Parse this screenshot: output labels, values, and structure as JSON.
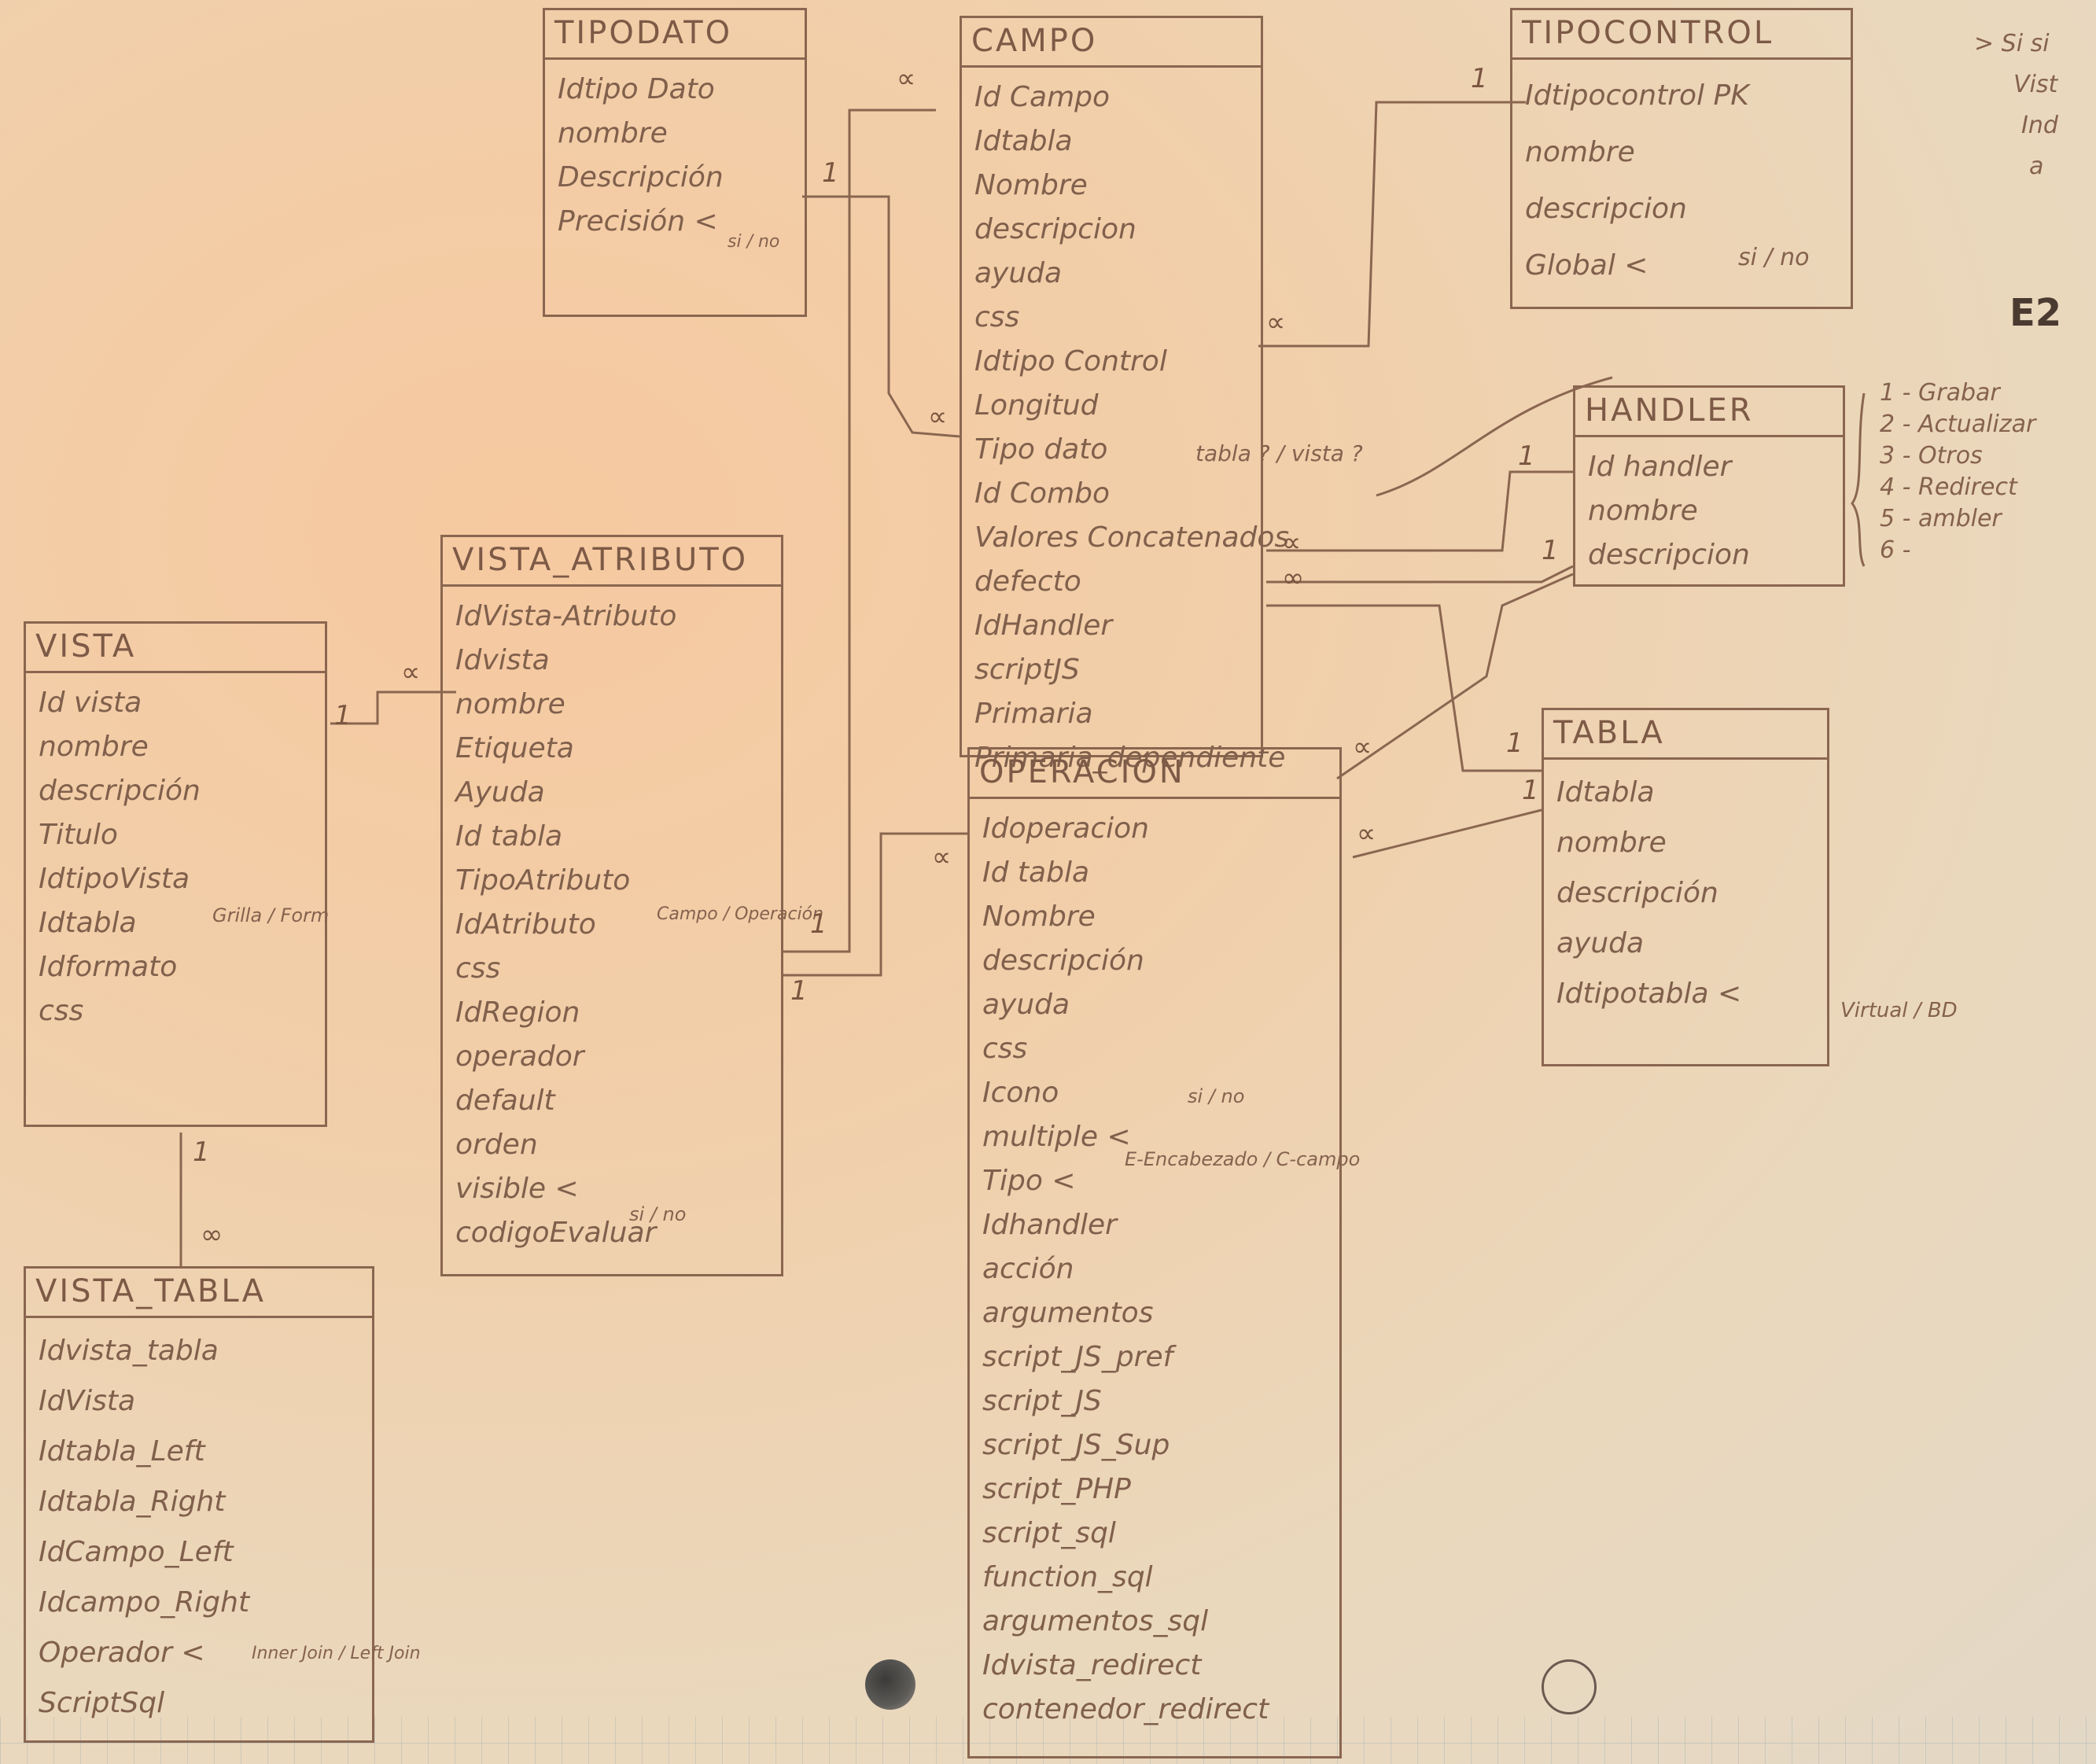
{
  "entities": {
    "tipodato": {
      "title": "TIPODATO",
      "fields": [
        "Idtipo Dato",
        "nombre",
        "Descripción",
        "Precisión <"
      ]
    },
    "campo": {
      "title": "CAMPO",
      "fields": [
        "Id Campo",
        "Idtabla",
        "Nombre",
        "descripcion",
        "ayuda",
        "css",
        "Idtipo Control",
        "Longitud",
        "Tipo dato",
        "Id Combo",
        "Valores Concatenados",
        "defecto",
        "IdHandler",
        "scriptJS",
        "Primaria",
        "Primaria_dependiente"
      ]
    },
    "tipocontrol": {
      "title": "TIPOCONTROL",
      "fields": [
        "Idtipocontrol PK",
        "nombre",
        "descripcion",
        "Global <"
      ]
    },
    "handler": {
      "title": "HANDLER",
      "fields": [
        "Id handler",
        "nombre",
        "descripcion"
      ]
    },
    "vista_atributo": {
      "title": "VISTA_ATRIBUTO",
      "fields": [
        "IdVista-Atributo",
        "Idvista",
        "nombre",
        "Etiqueta",
        "Ayuda",
        "Id tabla",
        "TipoAtributo",
        "IdAtributo",
        "css",
        "IdRegion",
        "operador",
        "default",
        "orden",
        "visible <",
        "codigoEvaluar"
      ]
    },
    "vista": {
      "title": "VISTA",
      "fields": [
        "Id vista",
        "nombre",
        "descripción",
        "Titulo",
        "IdtipoVista",
        "Idtabla",
        "Idformato",
        "css"
      ]
    },
    "operacion": {
      "title": "OPERACIÓN",
      "fields": [
        "Idoperacion",
        "Id tabla",
        "Nombre",
        "descripción",
        "ayuda",
        "css",
        "Icono",
        "multiple <",
        "Tipo <",
        "Idhandler",
        "acción",
        "argumentos",
        "script_JS_pref",
        "script_JS",
        "script_JS_Sup",
        "script_PHP",
        "script_sql",
        "function_sql",
        "argumentos_sql",
        "Idvista_redirect",
        "contenedor_redirect"
      ]
    },
    "tabla": {
      "title": "TABLA",
      "fields": [
        "Idtabla",
        "nombre",
        "descripción",
        "ayuda",
        "Idtipotabla <"
      ]
    },
    "vista_tabla": {
      "title": "VISTA_TABLA",
      "fields": [
        "Idvista_tabla",
        "IdVista",
        "Idtabla_Left",
        "Idtabla_Right",
        "IdCampo_Left",
        "Idcampo_Right",
        "Operador <",
        "ScriptSql"
      ]
    }
  },
  "notes": {
    "precision_opts": "si / no",
    "global_opts": "si / no",
    "combo_opts": "tabla ? / vista ?",
    "tipoatributo_opts": "Campo / Operación",
    "tipovista_opts": "Grilla / Form",
    "visible_opts": "si / no",
    "multiple_opts": "si / no",
    "tipo_opts": "E-Encabezado / C-campo",
    "tipotabla_opts": "Virtual / BD",
    "operador_opts": "Inner Join / Left Join",
    "handler_list": [
      "1 - Grabar",
      "2 - Actualizar",
      "3 - Otros",
      "4 - Redirect",
      "5 - ambler",
      "6 -"
    ],
    "corner_note": [
      "> Si si",
      "Vist",
      "Ind",
      "a"
    ],
    "e2": "E2"
  },
  "multiplicities": {
    "one": "1",
    "many": "∞",
    "alpha": "∝"
  }
}
